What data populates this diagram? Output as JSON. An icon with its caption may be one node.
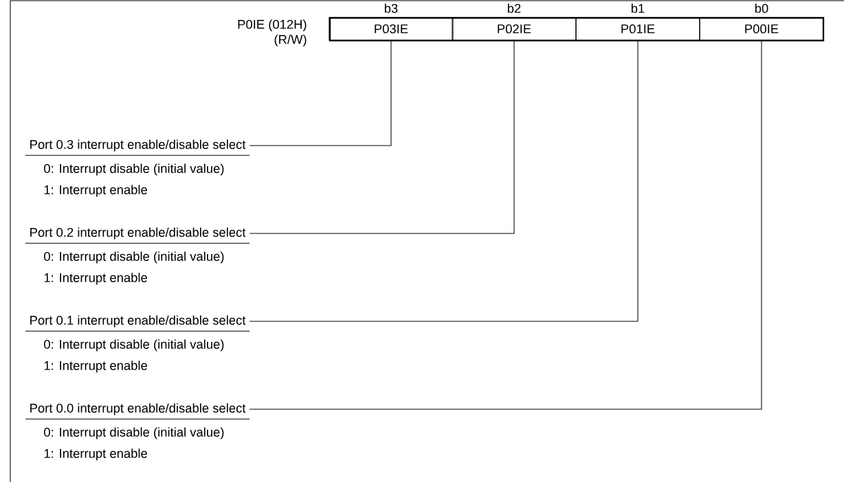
{
  "diagram": {
    "nodes": [
      {
        "text": [
          "P03IE"
        ],
        "beside": [
          "b3"
        ]
      },
      {
        "text": [
          "P02IE"
        ],
        "beside": [
          "b2"
        ]
      },
      {
        "text": [
          "P01IE"
        ],
        "beside": [
          "b1"
        ]
      },
      {
        "text": [
          "P00IE"
        ],
        "beside": [
          "b0"
        ]
      },
      {
        "text": [
          "Port 0.3 interrupt enable/disable select"
        ],
        "beside": [
          "0: Interrupt disable (initial value)",
          "1: Interrupt enable"
        ]
      },
      {
        "text": [
          "Port 0.2 interrupt enable/disable select"
        ],
        "beside": [
          "0: Interrupt disable (initial value)",
          "1: Interrupt enable"
        ]
      },
      {
        "text": [
          "Port 0.1 interrupt enable/disable select"
        ],
        "beside": [
          "0: Interrupt disable (initial value)",
          "1: Interrupt enable"
        ]
      },
      {
        "text": [
          "Port 0.0 interrupt enable/disable select"
        ],
        "beside": [
          "0: Interrupt disable (initial value)",
          "1: Interrupt enable"
        ]
      }
    ],
    "edges": [
      {
        "from": 4,
        "to": 0,
        "arrow": "none"
      },
      {
        "from": 5,
        "to": 1,
        "arrow": "none"
      },
      {
        "from": 6,
        "to": 2,
        "arrow": "none"
      },
      {
        "from": 7,
        "to": 3,
        "arrow": "none"
      }
    ],
    "labels": [
      "P0IE (012H)",
      "(R/W)"
    ]
  }
}
